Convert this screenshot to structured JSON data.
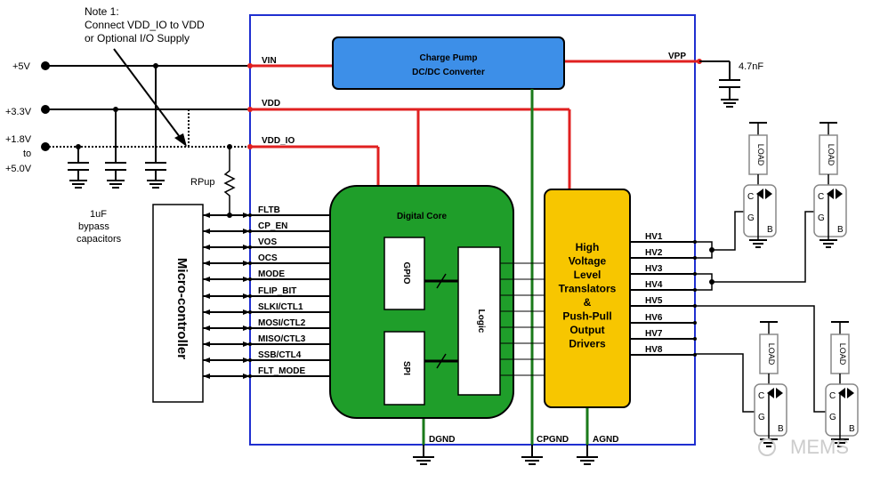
{
  "note": {
    "line1": "Note 1:",
    "line2": "Connect VDD_IO to VDD",
    "line3": "or Optional I/O Supply"
  },
  "supplies": {
    "v5": "+5V",
    "v33": "+3.3V",
    "v18a": "+1.8V",
    "v18b": "to",
    "v18c": "+5.0V"
  },
  "caps": {
    "line1": "1uF",
    "line2": "bypass",
    "line3": "capacitors"
  },
  "rpup": "RPup",
  "rails": {
    "vin": "VIN",
    "vdd": "VDD",
    "vddio": "VDD_IO",
    "vpp": "VPP",
    "cap": "4.7nF"
  },
  "charge_pump": {
    "line1": "Charge Pump",
    "line2": "DC/DC Converter"
  },
  "microcontroller": "Micro-controller",
  "signals": [
    "FLTB",
    "CP_EN",
    "VOS",
    "OCS",
    "MODE",
    "FLIP_BIT",
    "SLKI/CTL1",
    "MOSI/CTL2",
    "MISO/CTL3",
    "SSB/CTL4",
    "FLT_MODE"
  ],
  "digital_core": {
    "title": "Digital Core",
    "gpio": "GPIO",
    "spi": "SPI",
    "logic": "Logic"
  },
  "hv_block": [
    "High",
    "Voltage",
    "Level",
    "Translators",
    "&",
    "Push-Pull",
    "Output",
    "Drivers"
  ],
  "hv_outputs": [
    "HV1",
    "HV2",
    "HV3",
    "HV4",
    "HV5",
    "HV6",
    "HV7",
    "HV8"
  ],
  "grounds": {
    "dgnd": "DGND",
    "cpgnd": "CPGND",
    "agnd": "AGND"
  },
  "transistor": {
    "load": "LOAD",
    "c": "C",
    "g": "G",
    "b": "B"
  },
  "watermark": "MEMS",
  "colors": {
    "frame": "#1f2fd0",
    "supply_wire": "#e02020",
    "ground_wire": "#1a7a1a",
    "charge_pump": "#3d8fe8",
    "digital_core": "#1f9e2a",
    "hv_block": "#f7c600"
  }
}
